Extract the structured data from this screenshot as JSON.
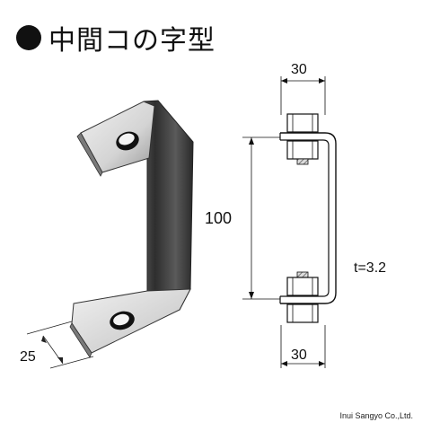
{
  "title": "中間コの字型",
  "dimensions": {
    "top_width": "30",
    "bottom_width": "30",
    "height": "100",
    "thickness": "t=3.2",
    "side_width": "25"
  },
  "company": "Inui Sangyo Co.,Ltd.",
  "colors": {
    "bullet": "#111111",
    "metal_dark": "#3a3a3a",
    "metal_light": "#e8e8e8"
  }
}
